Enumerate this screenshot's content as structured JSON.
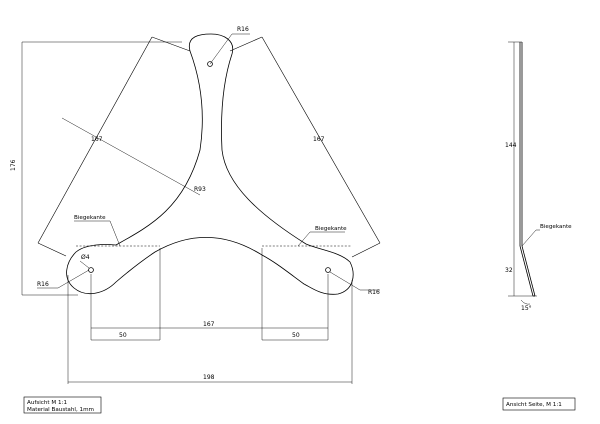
{
  "top_view": {
    "radius_top": "R16",
    "radius_left": "R16",
    "radius_right": "R16",
    "radius_arc": "R93",
    "hole_dia": "Ø4",
    "height_176": "176",
    "side_left": "167",
    "side_right": "167",
    "bend_left": "Biegekante",
    "bend_right": "Biegekante",
    "width_167": "167",
    "width_198": "198",
    "dim_50_left": "50",
    "dim_50_right": "50"
  },
  "side_view": {
    "height_144": "144",
    "height_32": "32",
    "angle": "15°",
    "bend": "Biegekante"
  },
  "caption_top": {
    "line1": "Aufsicht M 1:1",
    "line2": "Material Baustahl, 1mm"
  },
  "caption_side": {
    "line1": "Ansicht Seite, M 1:1"
  }
}
